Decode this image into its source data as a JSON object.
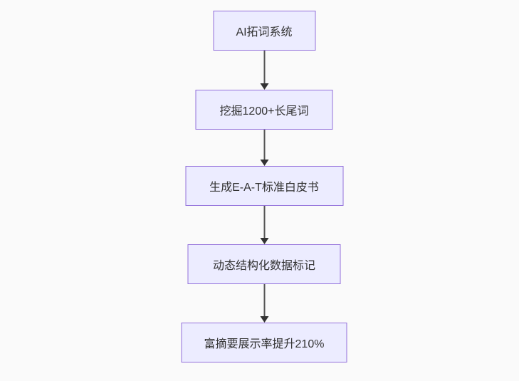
{
  "diagram": {
    "type": "flowchart-top-down",
    "nodes": [
      {
        "id": "n1",
        "label": "AI拓词系统"
      },
      {
        "id": "n2",
        "label": "挖掘1200+长尾词"
      },
      {
        "id": "n3",
        "label": "生成E-A-T标准白皮书"
      },
      {
        "id": "n4",
        "label": "动态结构化数据标记"
      },
      {
        "id": "n5",
        "label": "富摘要展示率提升210%"
      }
    ],
    "edges": [
      {
        "from": "n1",
        "to": "n2",
        "style": "arrow-down"
      },
      {
        "from": "n2",
        "to": "n3",
        "style": "arrow-down"
      },
      {
        "from": "n3",
        "to": "n4",
        "style": "arrow-down"
      },
      {
        "from": "n4",
        "to": "n5",
        "style": "arrow-down"
      }
    ],
    "colors": {
      "node_fill": "#ECECFF",
      "node_border": "#9370DB",
      "node_text": "#333333",
      "edge_line": "#555555",
      "edge_arrowhead": "#333333",
      "page_background": "#fafafa"
    }
  }
}
